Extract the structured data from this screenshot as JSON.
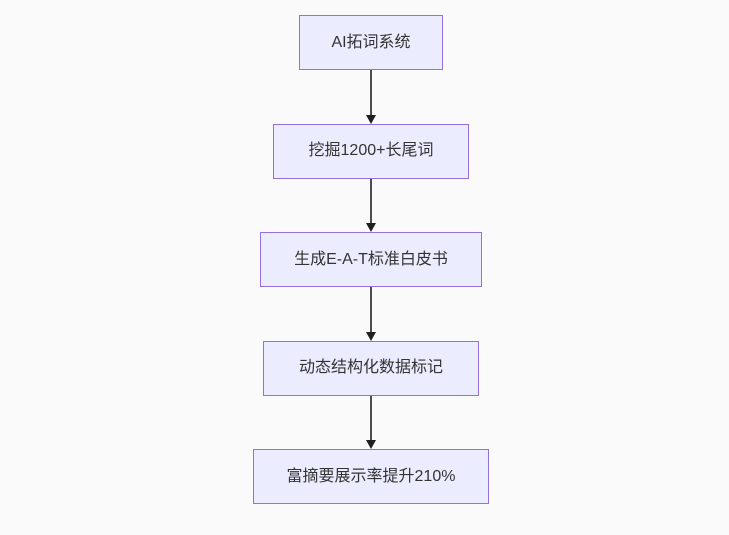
{
  "diagram": {
    "type": "flowchart-vertical",
    "direction": "top-down",
    "colors": {
      "background": "#fafafa",
      "node_fill": "#ECECFF",
      "node_border": "#9370DB",
      "node_text": "#333333",
      "edge_line": "#4d4d4d",
      "edge_arrowhead": "#1f1f1f"
    },
    "nodes": [
      {
        "id": "n1",
        "label": "AI拓词系统"
      },
      {
        "id": "n2",
        "label": "挖掘1200+长尾词"
      },
      {
        "id": "n3",
        "label": "生成E-A-T标准白皮书"
      },
      {
        "id": "n4",
        "label": "动态结构化数据标记"
      },
      {
        "id": "n5",
        "label": "富摘要展示率提升210%"
      }
    ],
    "edges": [
      {
        "from": "n1",
        "to": "n2",
        "style": "arrow-down"
      },
      {
        "from": "n2",
        "to": "n3",
        "style": "arrow-down"
      },
      {
        "from": "n3",
        "to": "n4",
        "style": "arrow-down"
      },
      {
        "from": "n4",
        "to": "n5",
        "style": "arrow-down"
      }
    ]
  }
}
